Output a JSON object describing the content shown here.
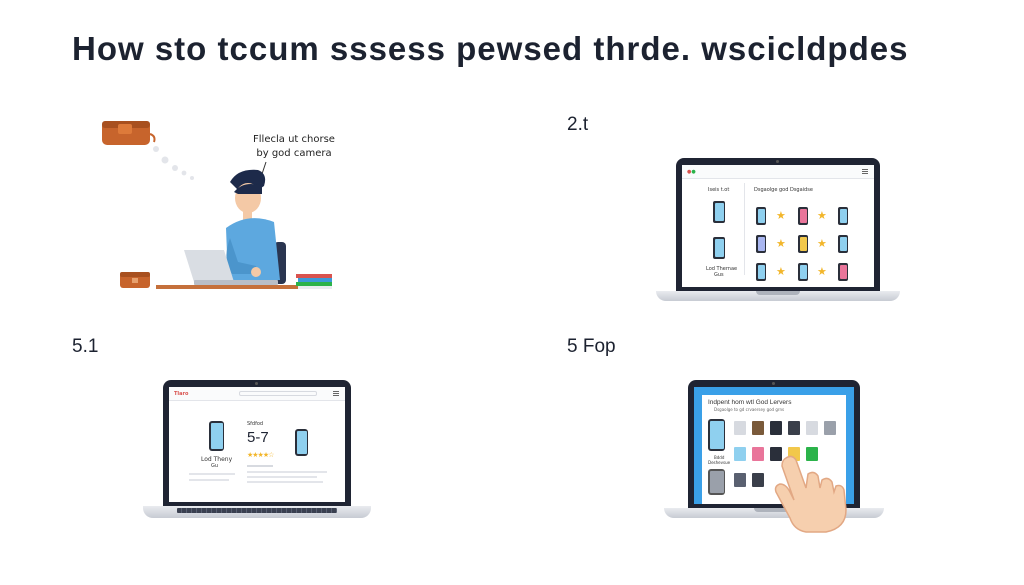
{
  "title": "How sto tccum sssess pewsed thrde. wscicldpdes",
  "steps": {
    "step1": {
      "caption_line1": "Fllecla ut chorse",
      "caption_line2": "by god camera"
    },
    "step2": {
      "label": "2.t",
      "left_heading": "Iseis t.ot",
      "right_heading": "Dsgaolge god Dsgaidse",
      "footer_line1": "Lod Thernae",
      "footer_line2": "Gus"
    },
    "step3": {
      "label": "5.1",
      "nav_text": "Tlaro",
      "right_heading": "Sfdfod",
      "price": "5-7",
      "product_title_line1": "Lod Theny",
      "product_title_line2": "Gu"
    },
    "step4": {
      "label": "5 Fop",
      "heading_line1": "Indpent hom wtl God Lervers",
      "heading_line2": "Dsgaolge to gd crvaersey god grns",
      "side_label_line1": "Bddd",
      "side_label_line2": "Deshevsue"
    }
  },
  "colors": {
    "accent_red": "#d9534f",
    "accent_green": "#2bb34a",
    "star": "#f2b62b",
    "laptop_frame": "#1f2433",
    "screen_blue": "#3aa0e8"
  }
}
